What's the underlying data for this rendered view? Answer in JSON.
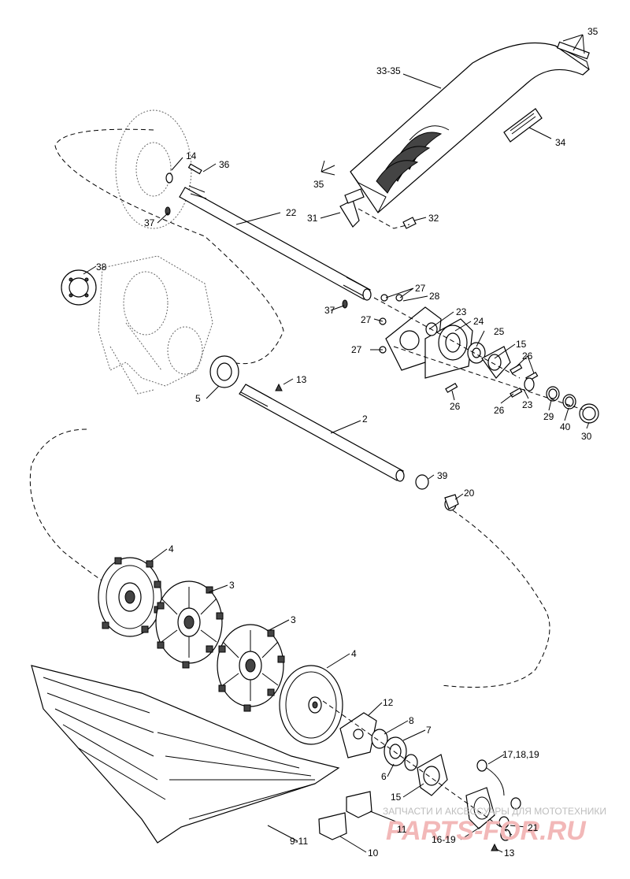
{
  "diagram": {
    "callouts": [
      {
        "id": "c35a",
        "text": "35"
      },
      {
        "id": "c3335",
        "text": "33-35"
      },
      {
        "id": "c34",
        "text": "34"
      },
      {
        "id": "c14",
        "text": "14"
      },
      {
        "id": "c36",
        "text": "36"
      },
      {
        "id": "c35b",
        "text": "35"
      },
      {
        "id": "c22",
        "text": "22"
      },
      {
        "id": "c31",
        "text": "31"
      },
      {
        "id": "c32",
        "text": "32"
      },
      {
        "id": "c37a",
        "text": "37"
      },
      {
        "id": "c38",
        "text": "38"
      },
      {
        "id": "c27a",
        "text": "27"
      },
      {
        "id": "c28",
        "text": "28"
      },
      {
        "id": "c37b",
        "text": "37"
      },
      {
        "id": "c23a",
        "text": "23"
      },
      {
        "id": "c27b",
        "text": "27"
      },
      {
        "id": "c24",
        "text": "24"
      },
      {
        "id": "c25",
        "text": "25"
      },
      {
        "id": "c15a",
        "text": "15"
      },
      {
        "id": "c27c",
        "text": "27"
      },
      {
        "id": "c26a",
        "text": "26"
      },
      {
        "id": "c13a",
        "text": "13"
      },
      {
        "id": "c5",
        "text": "5"
      },
      {
        "id": "c23b",
        "text": "23"
      },
      {
        "id": "c29",
        "text": "29"
      },
      {
        "id": "c40",
        "text": "40"
      },
      {
        "id": "c30",
        "text": "30"
      },
      {
        "id": "c26b",
        "text": "26"
      },
      {
        "id": "c26c",
        "text": "26"
      },
      {
        "id": "c2",
        "text": "2"
      },
      {
        "id": "c39",
        "text": "39"
      },
      {
        "id": "c20",
        "text": "20"
      },
      {
        "id": "c4a",
        "text": "4"
      },
      {
        "id": "c3a",
        "text": "3"
      },
      {
        "id": "c3b",
        "text": "3"
      },
      {
        "id": "c4b",
        "text": "4"
      },
      {
        "id": "c12",
        "text": "12"
      },
      {
        "id": "c8",
        "text": "8"
      },
      {
        "id": "c7",
        "text": "7"
      },
      {
        "id": "c171819",
        "text": "17,18,19"
      },
      {
        "id": "c6",
        "text": "6"
      },
      {
        "id": "c15b",
        "text": "15"
      },
      {
        "id": "c11",
        "text": "11"
      },
      {
        "id": "c21",
        "text": "21"
      },
      {
        "id": "c1619",
        "text": "16-19"
      },
      {
        "id": "c13b",
        "text": "13"
      },
      {
        "id": "c911",
        "text": "9-11"
      },
      {
        "id": "c10",
        "text": "10"
      }
    ],
    "watermark": {
      "line1": "ЗАПЧАСТИ И АКСЕССУАРЫ ДЛЯ МОТОТЕХНИКИ",
      "line2": "PARTS-FOR.RU"
    }
  }
}
